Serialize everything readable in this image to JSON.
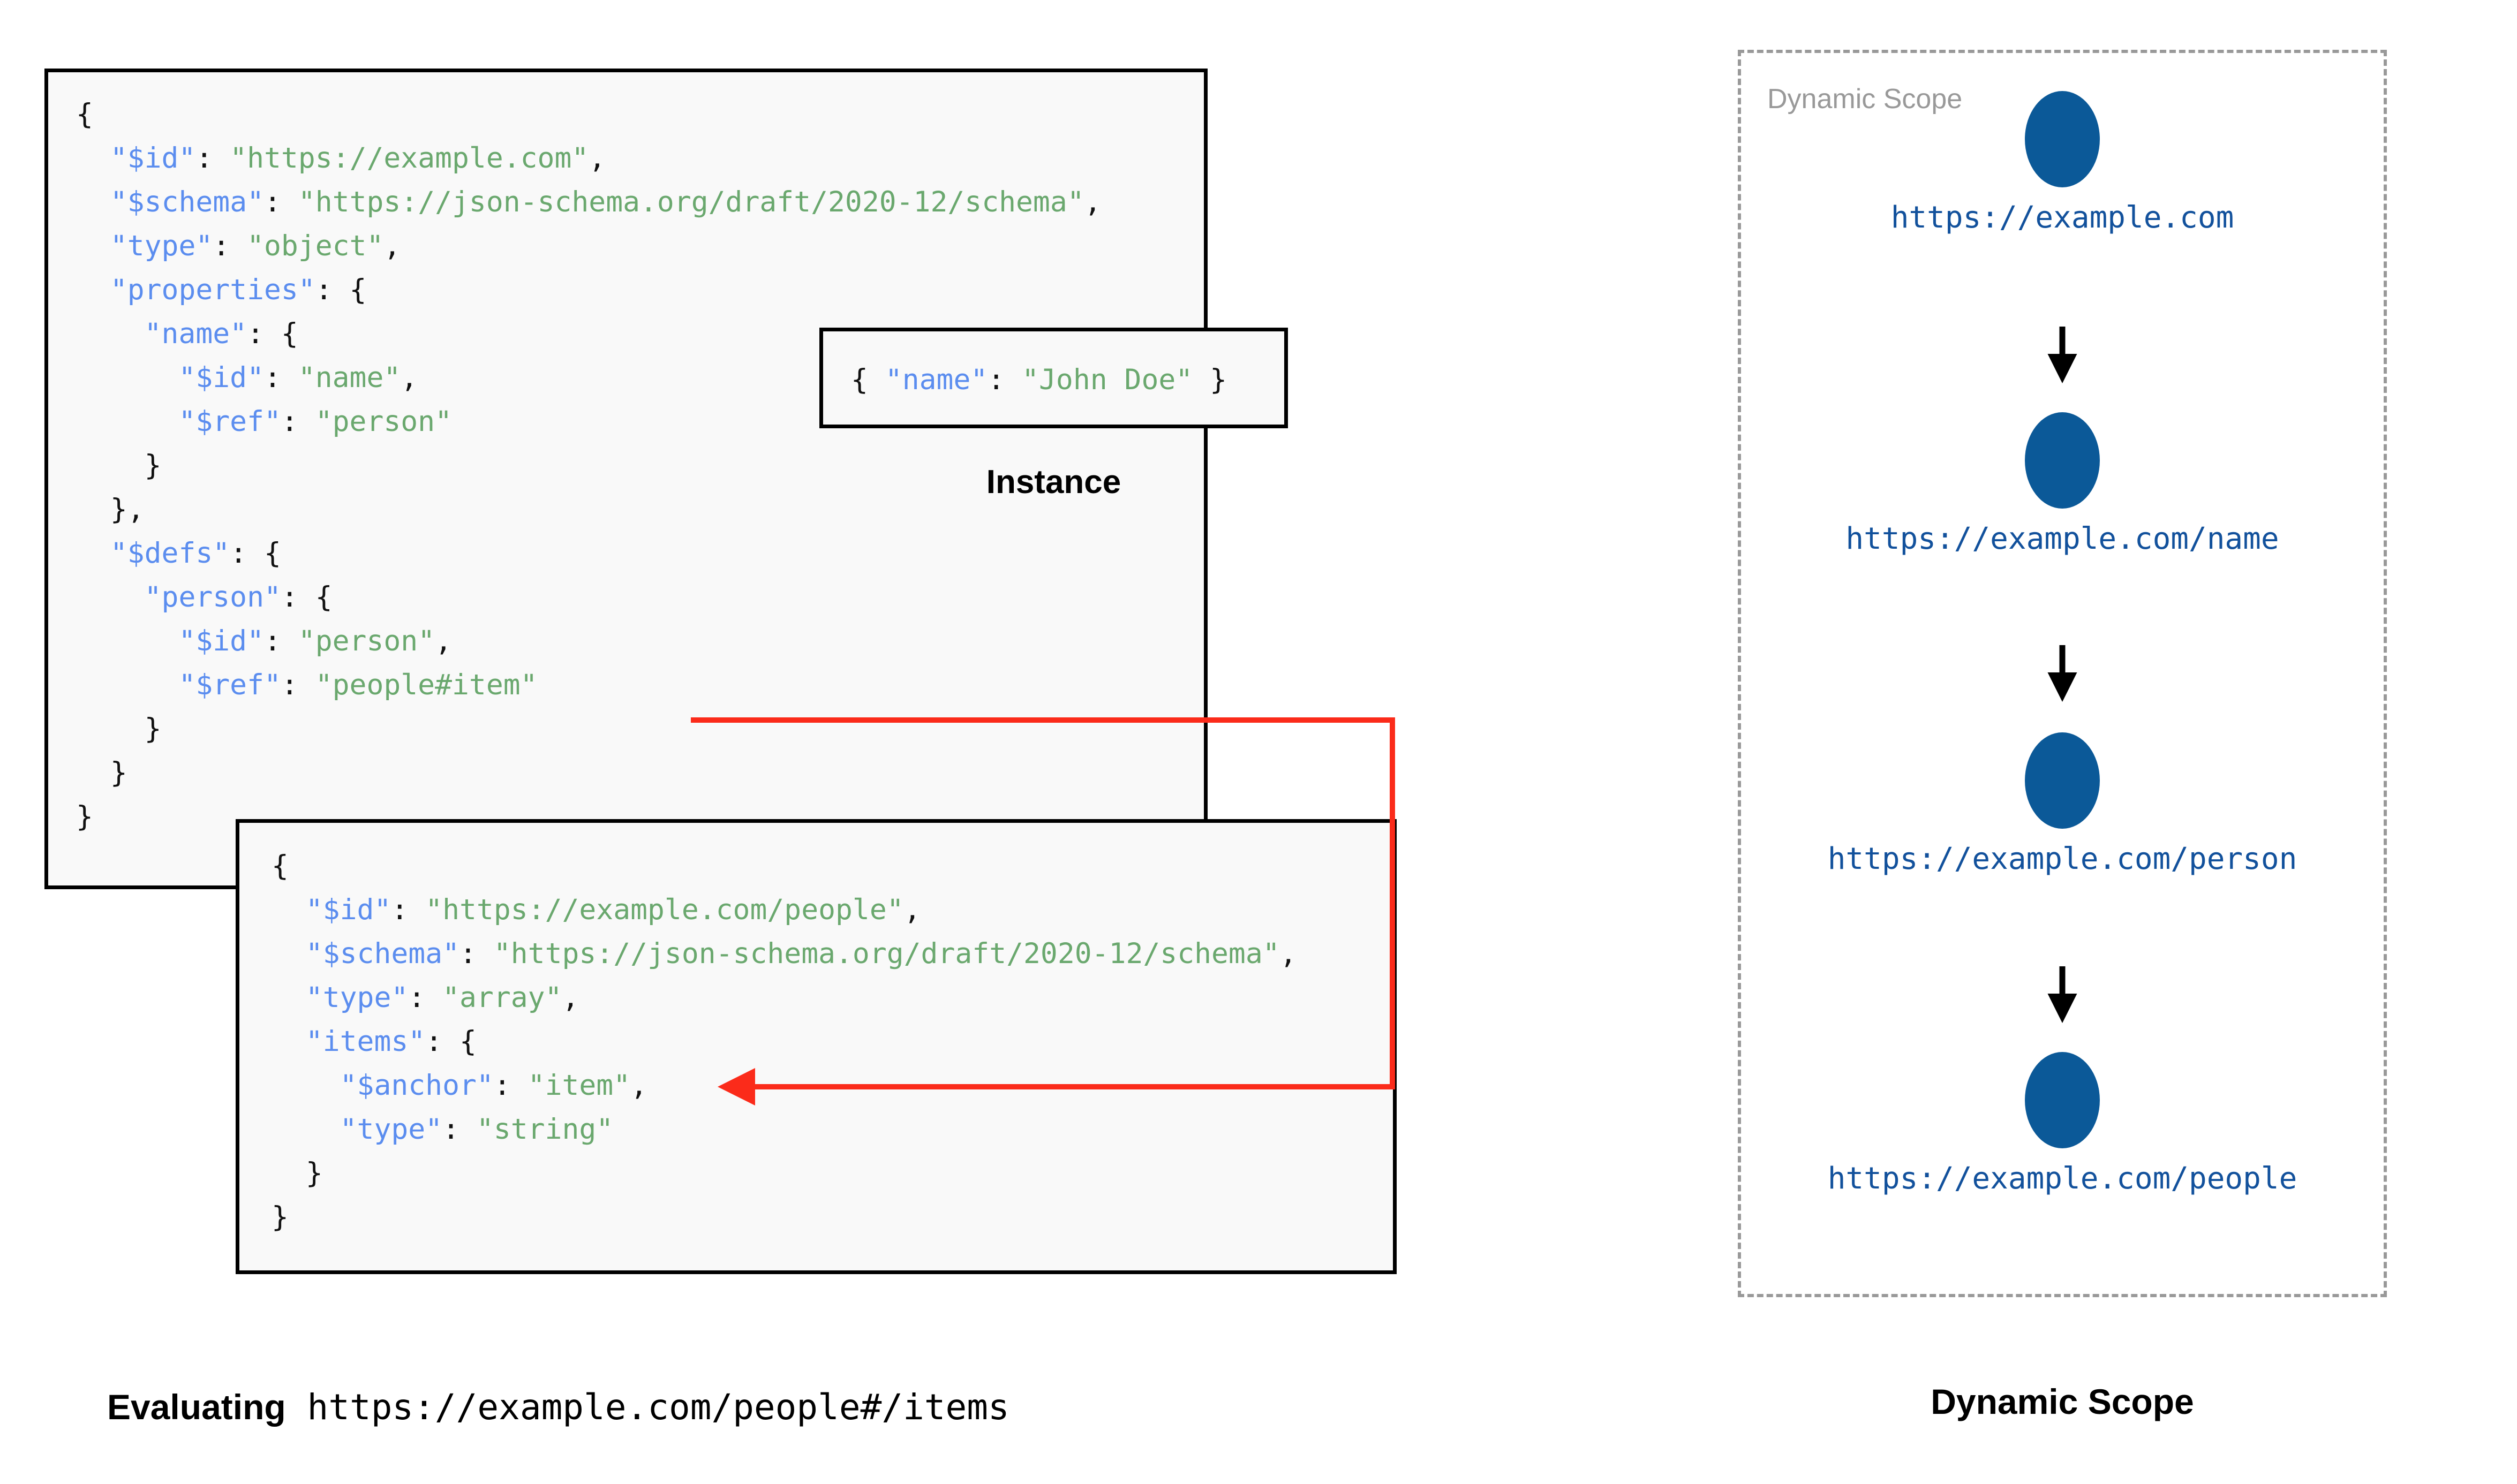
{
  "schema_box": {
    "lines": [
      [
        {
          "t": "{",
          "c": "p"
        }
      ],
      [
        {
          "t": "  ",
          "c": "p"
        },
        {
          "t": "\"$id\"",
          "c": "k"
        },
        {
          "t": ": ",
          "c": "p"
        },
        {
          "t": "\"https://example.com\"",
          "c": "s"
        },
        {
          "t": ",",
          "c": "p"
        }
      ],
      [
        {
          "t": "  ",
          "c": "p"
        },
        {
          "t": "\"$schema\"",
          "c": "k"
        },
        {
          "t": ": ",
          "c": "p"
        },
        {
          "t": "\"https://json-schema.org/draft/2020-12/schema\"",
          "c": "s"
        },
        {
          "t": ",",
          "c": "p"
        }
      ],
      [
        {
          "t": "  ",
          "c": "p"
        },
        {
          "t": "\"type\"",
          "c": "k"
        },
        {
          "t": ": ",
          "c": "p"
        },
        {
          "t": "\"object\"",
          "c": "s"
        },
        {
          "t": ",",
          "c": "p"
        }
      ],
      [
        {
          "t": "  ",
          "c": "p"
        },
        {
          "t": "\"properties\"",
          "c": "k"
        },
        {
          "t": ": {",
          "c": "p"
        }
      ],
      [
        {
          "t": "    ",
          "c": "p"
        },
        {
          "t": "\"name\"",
          "c": "k"
        },
        {
          "t": ": {",
          "c": "p"
        }
      ],
      [
        {
          "t": "      ",
          "c": "p"
        },
        {
          "t": "\"$id\"",
          "c": "k"
        },
        {
          "t": ": ",
          "c": "p"
        },
        {
          "t": "\"name\"",
          "c": "s"
        },
        {
          "t": ",",
          "c": "p"
        }
      ],
      [
        {
          "t": "      ",
          "c": "p"
        },
        {
          "t": "\"$ref\"",
          "c": "k"
        },
        {
          "t": ": ",
          "c": "p"
        },
        {
          "t": "\"person\"",
          "c": "s"
        }
      ],
      [
        {
          "t": "    }",
          "c": "p"
        }
      ],
      [
        {
          "t": "  },",
          "c": "p"
        }
      ],
      [
        {
          "t": "  ",
          "c": "p"
        },
        {
          "t": "\"$defs\"",
          "c": "k"
        },
        {
          "t": ": {",
          "c": "p"
        }
      ],
      [
        {
          "t": "    ",
          "c": "p"
        },
        {
          "t": "\"person\"",
          "c": "k"
        },
        {
          "t": ": {",
          "c": "p"
        }
      ],
      [
        {
          "t": "      ",
          "c": "p"
        },
        {
          "t": "\"$id\"",
          "c": "k"
        },
        {
          "t": ": ",
          "c": "p"
        },
        {
          "t": "\"person\"",
          "c": "s"
        },
        {
          "t": ",",
          "c": "p"
        }
      ],
      [
        {
          "t": "      ",
          "c": "p"
        },
        {
          "t": "\"$ref\"",
          "c": "k"
        },
        {
          "t": ": ",
          "c": "p"
        },
        {
          "t": "\"people#item\"",
          "c": "s"
        }
      ],
      [
        {
          "t": "    }",
          "c": "p"
        }
      ],
      [
        {
          "t": "  }",
          "c": "p"
        }
      ],
      [
        {
          "t": "}",
          "c": "p"
        }
      ]
    ]
  },
  "instance_box": {
    "lines": [
      [
        {
          "t": "{ ",
          "c": "p"
        },
        {
          "t": "\"name\"",
          "c": "k"
        },
        {
          "t": ": ",
          "c": "p"
        },
        {
          "t": "\"John Doe\"",
          "c": "s"
        },
        {
          "t": " }",
          "c": "p"
        }
      ]
    ],
    "label": "Instance"
  },
  "people_box": {
    "lines": [
      [
        {
          "t": "{",
          "c": "p"
        }
      ],
      [
        {
          "t": "  ",
          "c": "p"
        },
        {
          "t": "\"$id\"",
          "c": "k"
        },
        {
          "t": ": ",
          "c": "p"
        },
        {
          "t": "\"https://example.com/people\"",
          "c": "s"
        },
        {
          "t": ",",
          "c": "p"
        }
      ],
      [
        {
          "t": "  ",
          "c": "p"
        },
        {
          "t": "\"$schema\"",
          "c": "k"
        },
        {
          "t": ": ",
          "c": "p"
        },
        {
          "t": "\"https://json-schema.org/draft/2020-12/schema\"",
          "c": "s"
        },
        {
          "t": ",",
          "c": "p"
        }
      ],
      [
        {
          "t": "  ",
          "c": "p"
        },
        {
          "t": "\"type\"",
          "c": "k"
        },
        {
          "t": ": ",
          "c": "p"
        },
        {
          "t": "\"array\"",
          "c": "s"
        },
        {
          "t": ",",
          "c": "p"
        }
      ],
      [
        {
          "t": "  ",
          "c": "p"
        },
        {
          "t": "\"items\"",
          "c": "k"
        },
        {
          "t": ": {",
          "c": "p"
        }
      ],
      [
        {
          "t": "    ",
          "c": "p"
        },
        {
          "t": "\"$anchor\"",
          "c": "k"
        },
        {
          "t": ": ",
          "c": "p"
        },
        {
          "t": "\"item\"",
          "c": "s"
        },
        {
          "t": ",",
          "c": "p"
        }
      ],
      [
        {
          "t": "    ",
          "c": "p"
        },
        {
          "t": "\"type\"",
          "c": "k"
        },
        {
          "t": ": ",
          "c": "p"
        },
        {
          "t": "\"string\"",
          "c": "s"
        }
      ],
      [
        {
          "t": "  }",
          "c": "p"
        }
      ],
      [
        {
          "t": "}",
          "c": "p"
        }
      ]
    ]
  },
  "evaluating_caption": {
    "strong": "Evaluating",
    "mono": " https://example.com/people#/items"
  },
  "dynamic_scope": {
    "panel_label": "Dynamic Scope",
    "caption": "Dynamic Scope",
    "nodes": [
      {
        "url": "https://example.com"
      },
      {
        "url": "https://example.com/name"
      },
      {
        "url": "https://example.com/person"
      },
      {
        "url": "https://example.com/people"
      }
    ]
  },
  "colors": {
    "json_key": "#5b8def",
    "json_string": "#6aa86e",
    "reference_arrow": "#fb2b1a",
    "scope_node": "#0b5998",
    "scope_url_text": "#12519c",
    "scope_border": "#999999",
    "box_border": "#000000",
    "box_background": "#f9f9f9"
  }
}
